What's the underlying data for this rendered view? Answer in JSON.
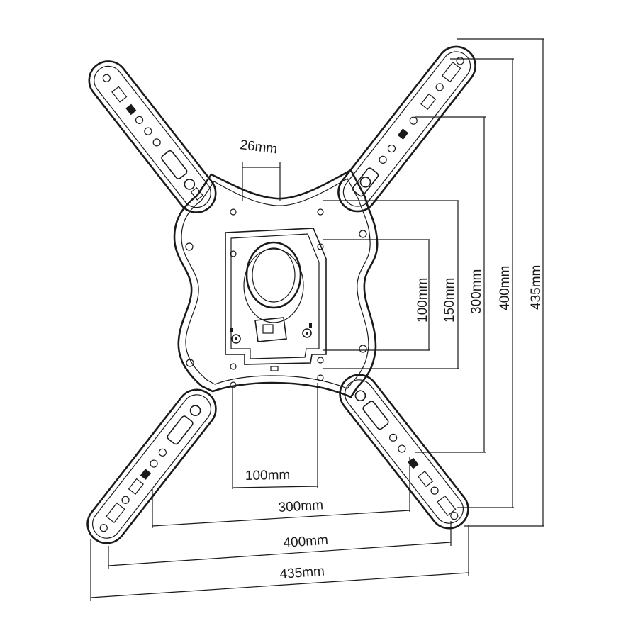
{
  "diagram": {
    "type": "technical drawing",
    "subject": "VESA mount bracket",
    "colors": {
      "line": "#1a1a1a",
      "background": "#ffffff"
    },
    "dimensions": {
      "top_gap": "26mm",
      "vertical": [
        "100mm",
        "150mm",
        "300mm",
        "400mm",
        "435mm"
      ],
      "horizontal": [
        "100mm",
        "300mm",
        "400mm",
        "435mm"
      ]
    }
  }
}
